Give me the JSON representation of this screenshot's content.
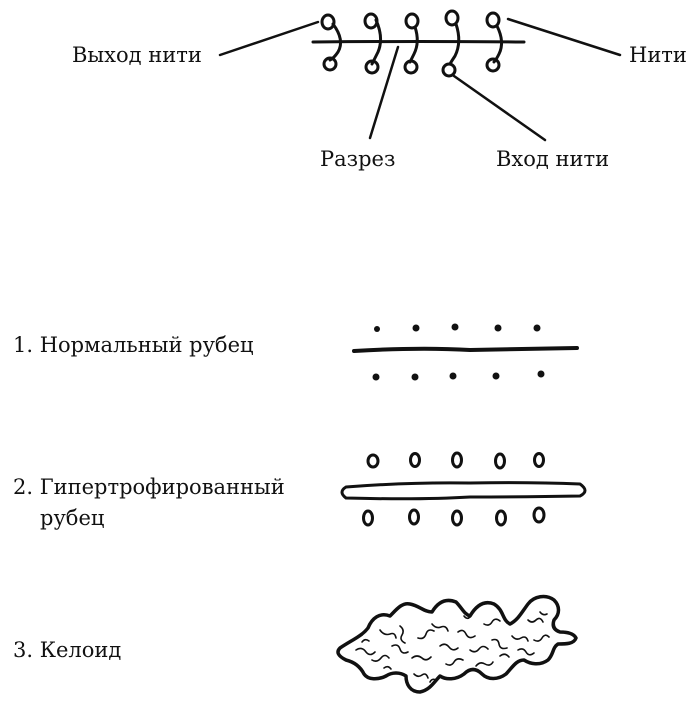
{
  "suture": {
    "thread_exit": "Выход нити",
    "threads": "Нити",
    "incision": "Разрез",
    "thread_entry": "Вход нити"
  },
  "scars": {
    "normal": "1. Нормальный рубец",
    "hypertrophic_line1": "2. Гипертрофированный",
    "hypertrophic_line2": "рубец",
    "keloid": "3. Келоид"
  },
  "colors": {
    "ink": "#111111",
    "background": "#ffffff"
  }
}
